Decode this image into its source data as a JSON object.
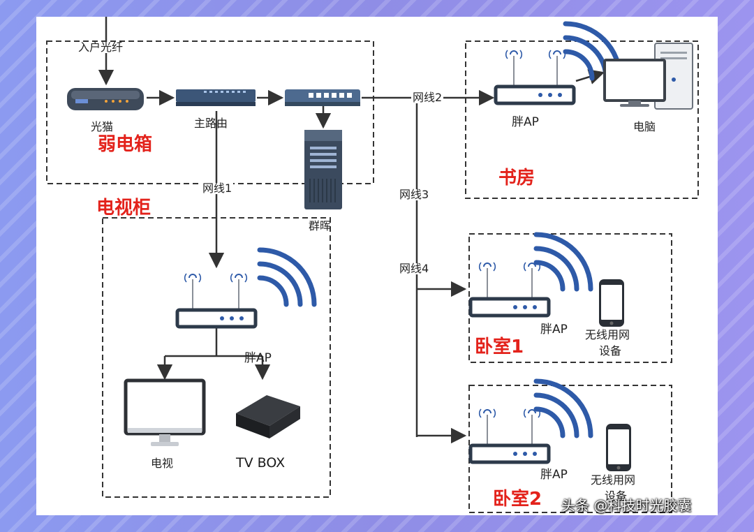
{
  "labels": {
    "fiber_in": "入户光纤",
    "modem": "光猫",
    "main_router": "主路由",
    "weak_box": "弱电箱",
    "nas": "群晖",
    "tv_cabinet": "电视柜",
    "cable1": "网线1",
    "cable2": "网线2",
    "cable3": "网线3",
    "cable4": "网线4",
    "study": "书房",
    "computer": "电脑",
    "fat_ap": "胖AP",
    "tv": "电视",
    "tv_box": "TV BOX",
    "bedroom1": "卧室1",
    "bedroom2": "卧室2",
    "wireless_device_line1": "无线用网",
    "wireless_device_line2": "设备"
  },
  "watermark": "头条 @科技时光胶囊",
  "colors": {
    "zone_title": "#e3221b",
    "wifi": "#2e5aa8",
    "device_dark": "#3b4a5e",
    "line": "#333333"
  }
}
